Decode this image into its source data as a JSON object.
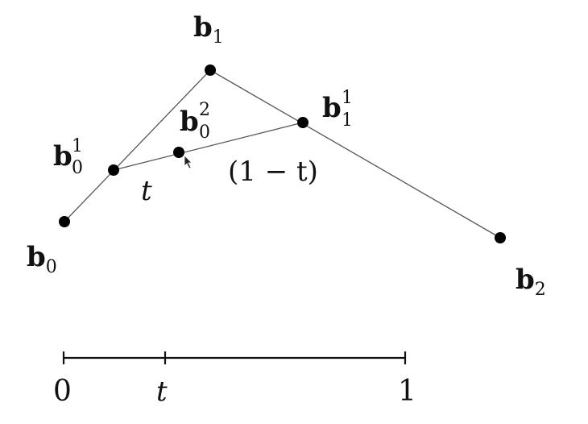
{
  "diagram": {
    "points": [
      {
        "id": "b0",
        "base": "b",
        "sub": "0",
        "sup": ""
      },
      {
        "id": "b1",
        "base": "b",
        "sub": "1",
        "sup": ""
      },
      {
        "id": "b2",
        "base": "b",
        "sub": "2",
        "sup": ""
      },
      {
        "id": "b01",
        "base": "b",
        "sub": "0",
        "sup": "1"
      },
      {
        "id": "b11",
        "base": "b",
        "sub": "1",
        "sup": "1"
      },
      {
        "id": "b02",
        "base": "b",
        "sub": "0",
        "sup": "2"
      }
    ],
    "segment_labels": {
      "t": "t",
      "one_minus_t": "(1 − t)"
    },
    "number_line": {
      "start": "0",
      "mid": "t",
      "end": "1"
    },
    "colors": {
      "line": "#555555",
      "point": "#000000"
    }
  }
}
